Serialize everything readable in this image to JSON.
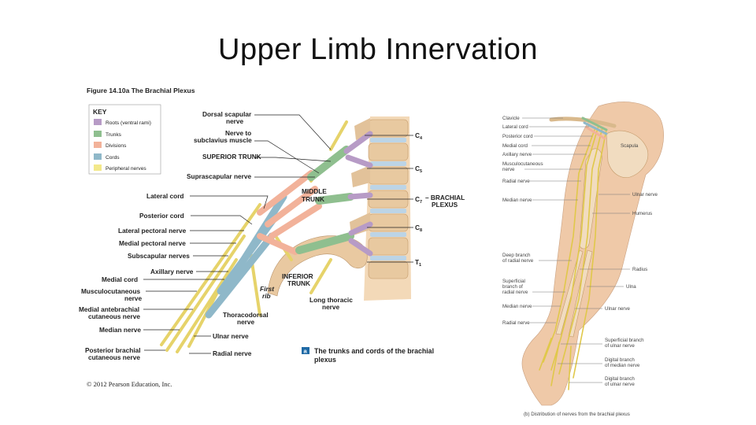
{
  "slide": {
    "title": "Upper Limb Innervation"
  },
  "figure_a": {
    "heading": "Figure 14.10a  The Brachial Plexus",
    "key_title": "KEY",
    "key": [
      {
        "label": "Roots (ventral rami)",
        "color": "#b79bc6"
      },
      {
        "label": "Trunks",
        "color": "#8fbf8f"
      },
      {
        "label": "Divisions",
        "color": "#f2b29a"
      },
      {
        "label": "Cords",
        "color": "#8fb8c9"
      },
      {
        "label": "Peripheral nerves",
        "color": "#f3e88a"
      }
    ],
    "labels_left": [
      "Dorsal scapular",
      "nerve",
      "Nerve to",
      "subclavius muscle",
      "SUPERIOR TRUNK",
      "Suprascapular nerve",
      "Lateral cord",
      "Posterior cord",
      "Lateral pectoral nerve",
      "Medial pectoral nerve",
      "Subscapular nerves",
      "Axillary nerve",
      "Medial cord",
      "Musculocutaneous",
      "nerve",
      "Medial antebrachial",
      "cutaneous nerve",
      "Median nerve",
      "Posterior brachial",
      "cutaneous nerve"
    ],
    "labels_mid": [
      "MIDDLE",
      "TRUNK",
      "INFERIOR",
      "TRUNK",
      "First",
      "rib",
      "Thoracodorsal",
      "nerve",
      "Ulnar nerve",
      "Radial nerve",
      "Long thoracic",
      "nerve"
    ],
    "labels_right": {
      "c4": "C",
      "c4_sub": "4",
      "c5": "C",
      "c5_sub": "5",
      "c7": "C",
      "c7_sub": "7",
      "c8": "C",
      "c8_sub": "8",
      "t1": "T",
      "t1_sub": "1",
      "plexus_1": "– BRACHIAL",
      "plexus_2": "PLEXUS"
    },
    "caption_badge": "a",
    "caption_1": "The trunks and cords of the brachial",
    "caption_2": "plexus",
    "copyright": "© 2012 Pearson Education, Inc."
  },
  "figure_b": {
    "labels_left": [
      "Clavicle",
      "Lateral cord",
      "Posterior cord",
      "Medial cord",
      "Axillary nerve",
      "Musculocutaneous",
      "nerve",
      "Radial nerve",
      "Median nerve",
      "Deep branch",
      "of radial nerve",
      "Superficial",
      "branch of",
      "radial nerve",
      "Median nerve",
      "Radial nerve"
    ],
    "labels_right": [
      "Scapula",
      "Ulnar nerve",
      "Humerus",
      "Radius",
      "Ulna",
      "Ulnar nerve",
      "Superficial branch",
      "of ulnar nerve",
      "Digital branch",
      "of median nerve",
      "Digital branch",
      "of ulnar nerve"
    ],
    "caption": "(b) Distribution of nerves from the brachial plexus"
  },
  "colors": {
    "roots": "#b79bc6",
    "trunks": "#8fbf8f",
    "divisions": "#f2b29a",
    "cords": "#8fb8c9",
    "nerves": "#f3e88a",
    "skin": "#efc9a8",
    "bone": "#f1dcc0"
  }
}
